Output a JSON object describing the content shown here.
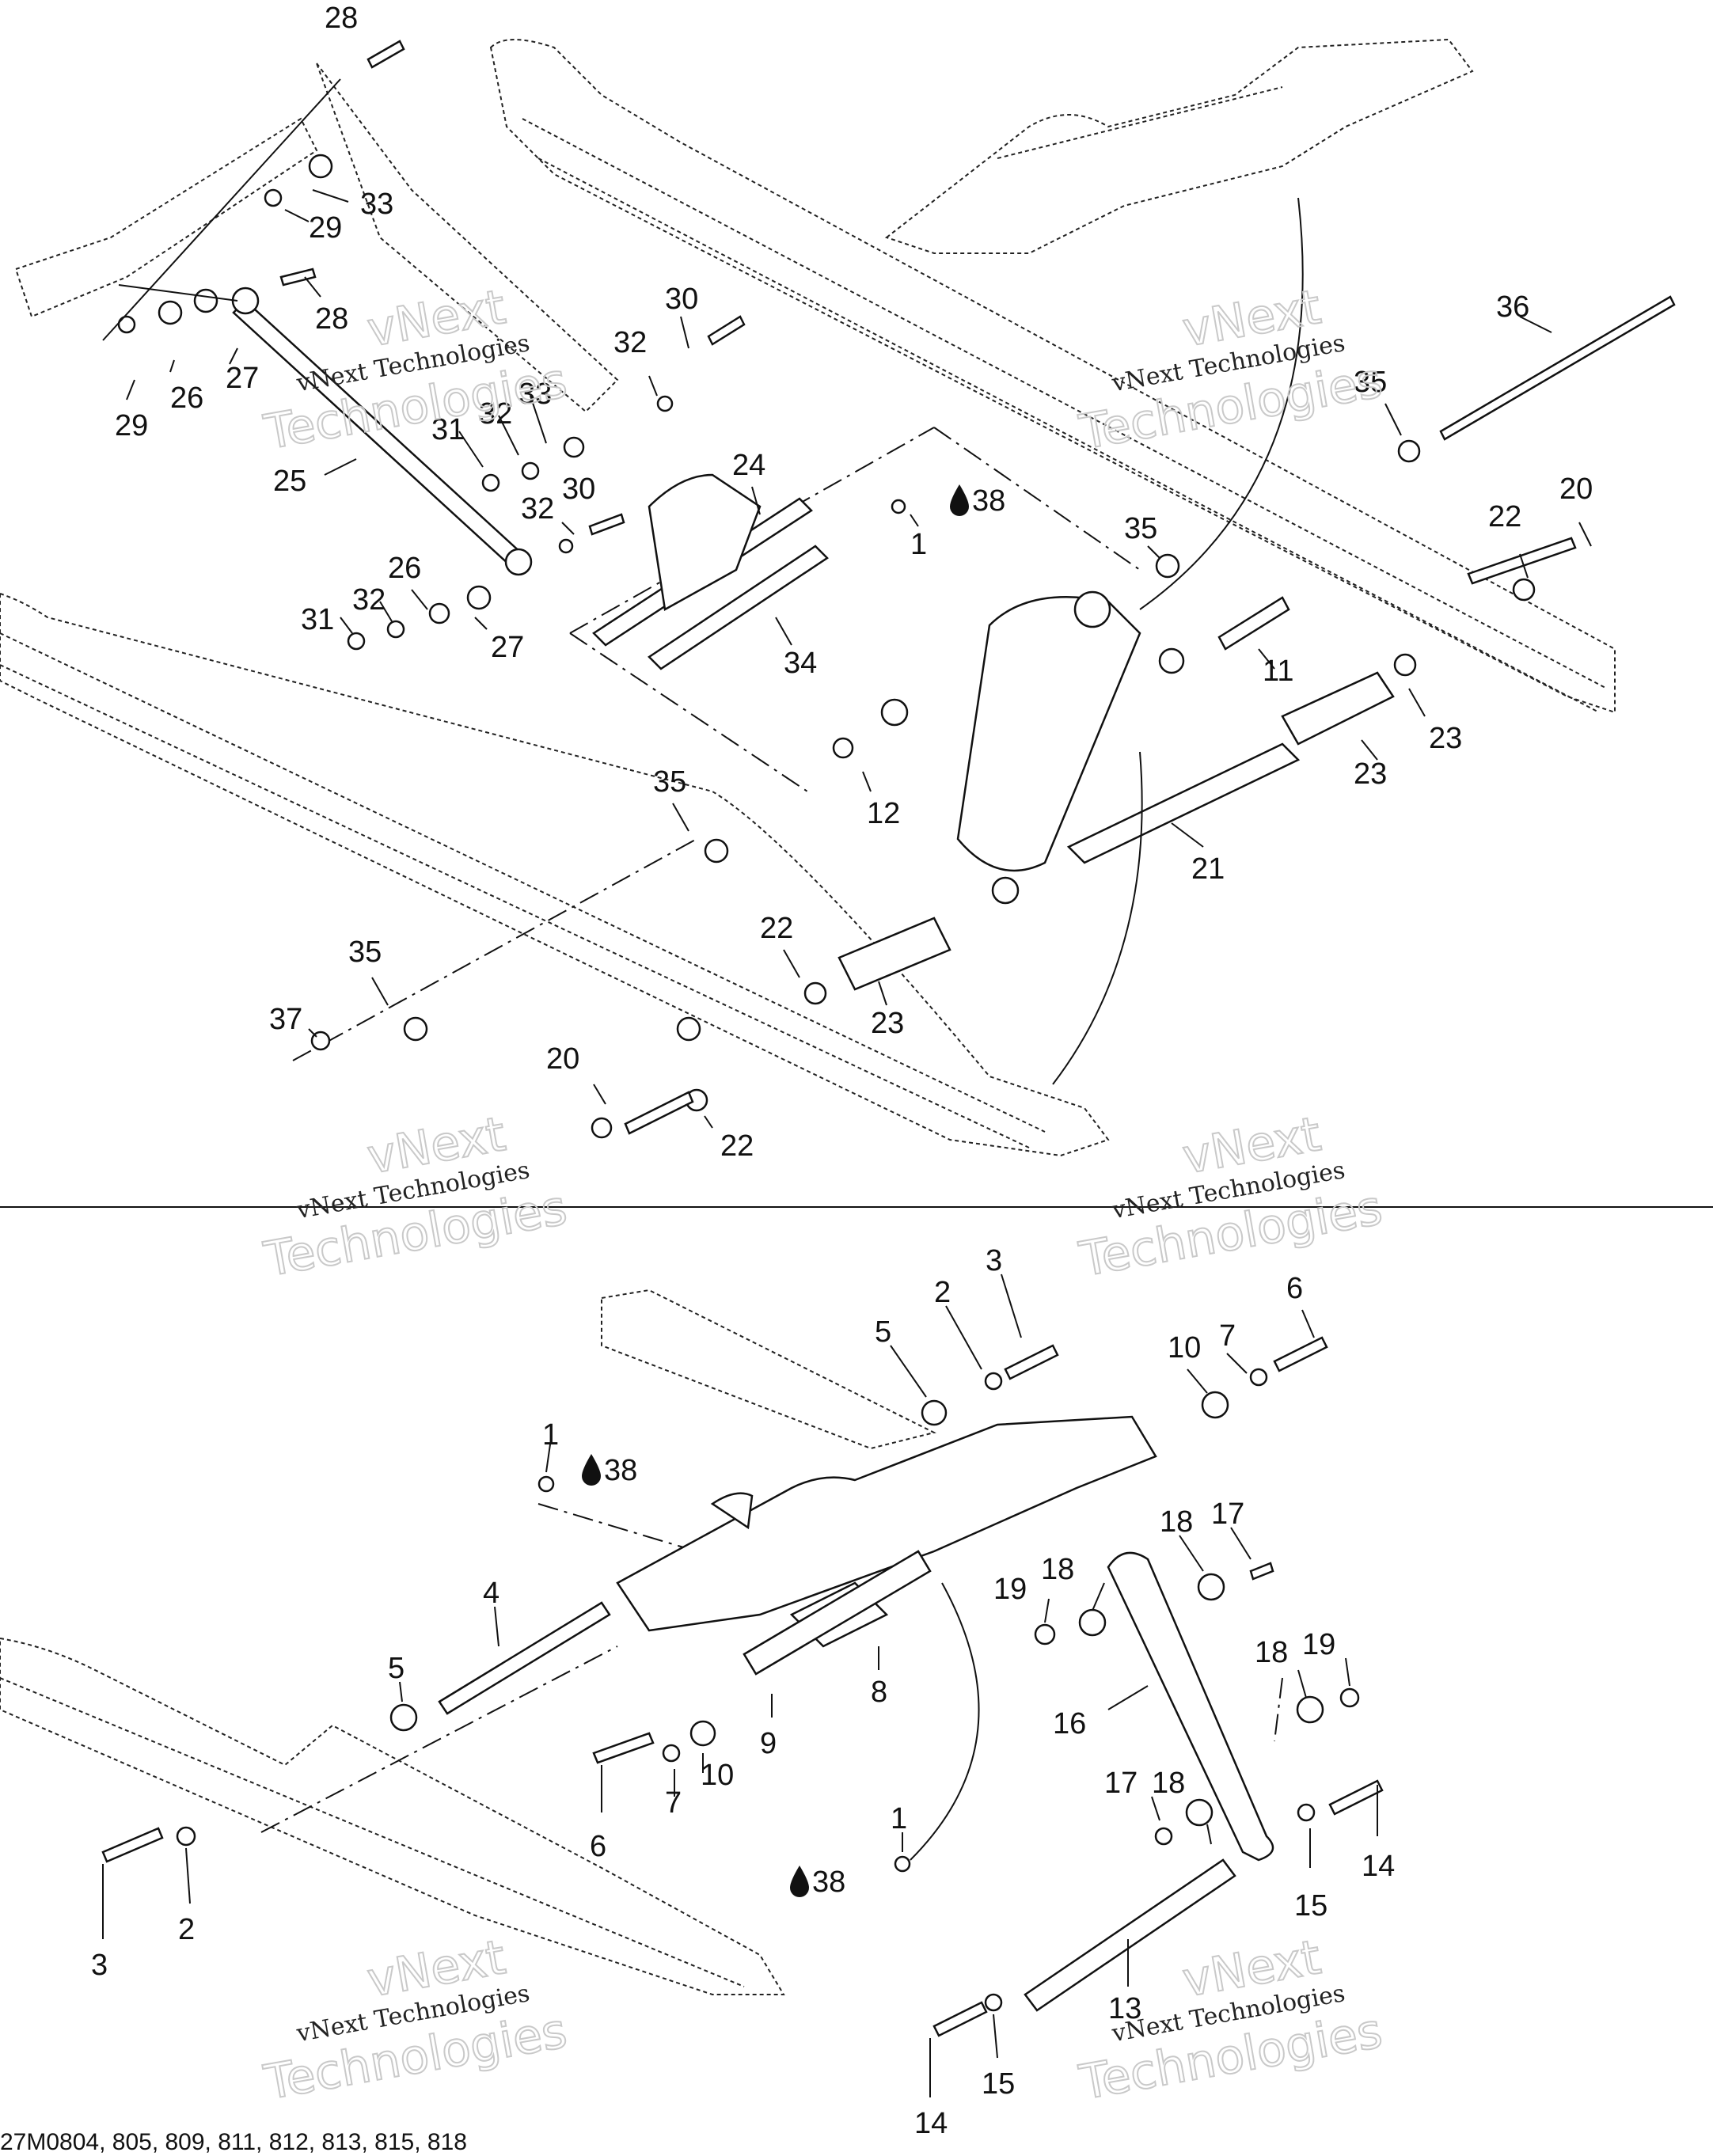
{
  "figure": {
    "code": "27M0804, 805, 809, 811, 812, 813, 815, 818",
    "lubricant_symbol": "drop-icon",
    "watermark": {
      "line1": "vNext",
      "line2": "vNext Technologies",
      "line3": "Technologies"
    }
  },
  "top_labels": [
    "28",
    "33",
    "29",
    "28",
    "27",
    "26",
    "29",
    "25",
    "30",
    "32",
    "33",
    "32",
    "31",
    "32",
    "30",
    "24",
    "38",
    "1",
    "26",
    "32",
    "31",
    "27",
    "34",
    "36",
    "35",
    "20",
    "22",
    "35",
    "11",
    "12",
    "23",
    "23",
    "35",
    "21",
    "22",
    "23",
    "35",
    "37",
    "20",
    "22"
  ],
  "bottom_labels": [
    "3",
    "6",
    "2",
    "5",
    "10",
    "7",
    "1",
    "38",
    "18",
    "17",
    "18",
    "19",
    "18",
    "19",
    "5",
    "4",
    "16",
    "8",
    "9",
    "10",
    "7",
    "6",
    "17",
    "18",
    "14",
    "1",
    "38",
    "15",
    "3",
    "2",
    "13",
    "14",
    "15"
  ]
}
